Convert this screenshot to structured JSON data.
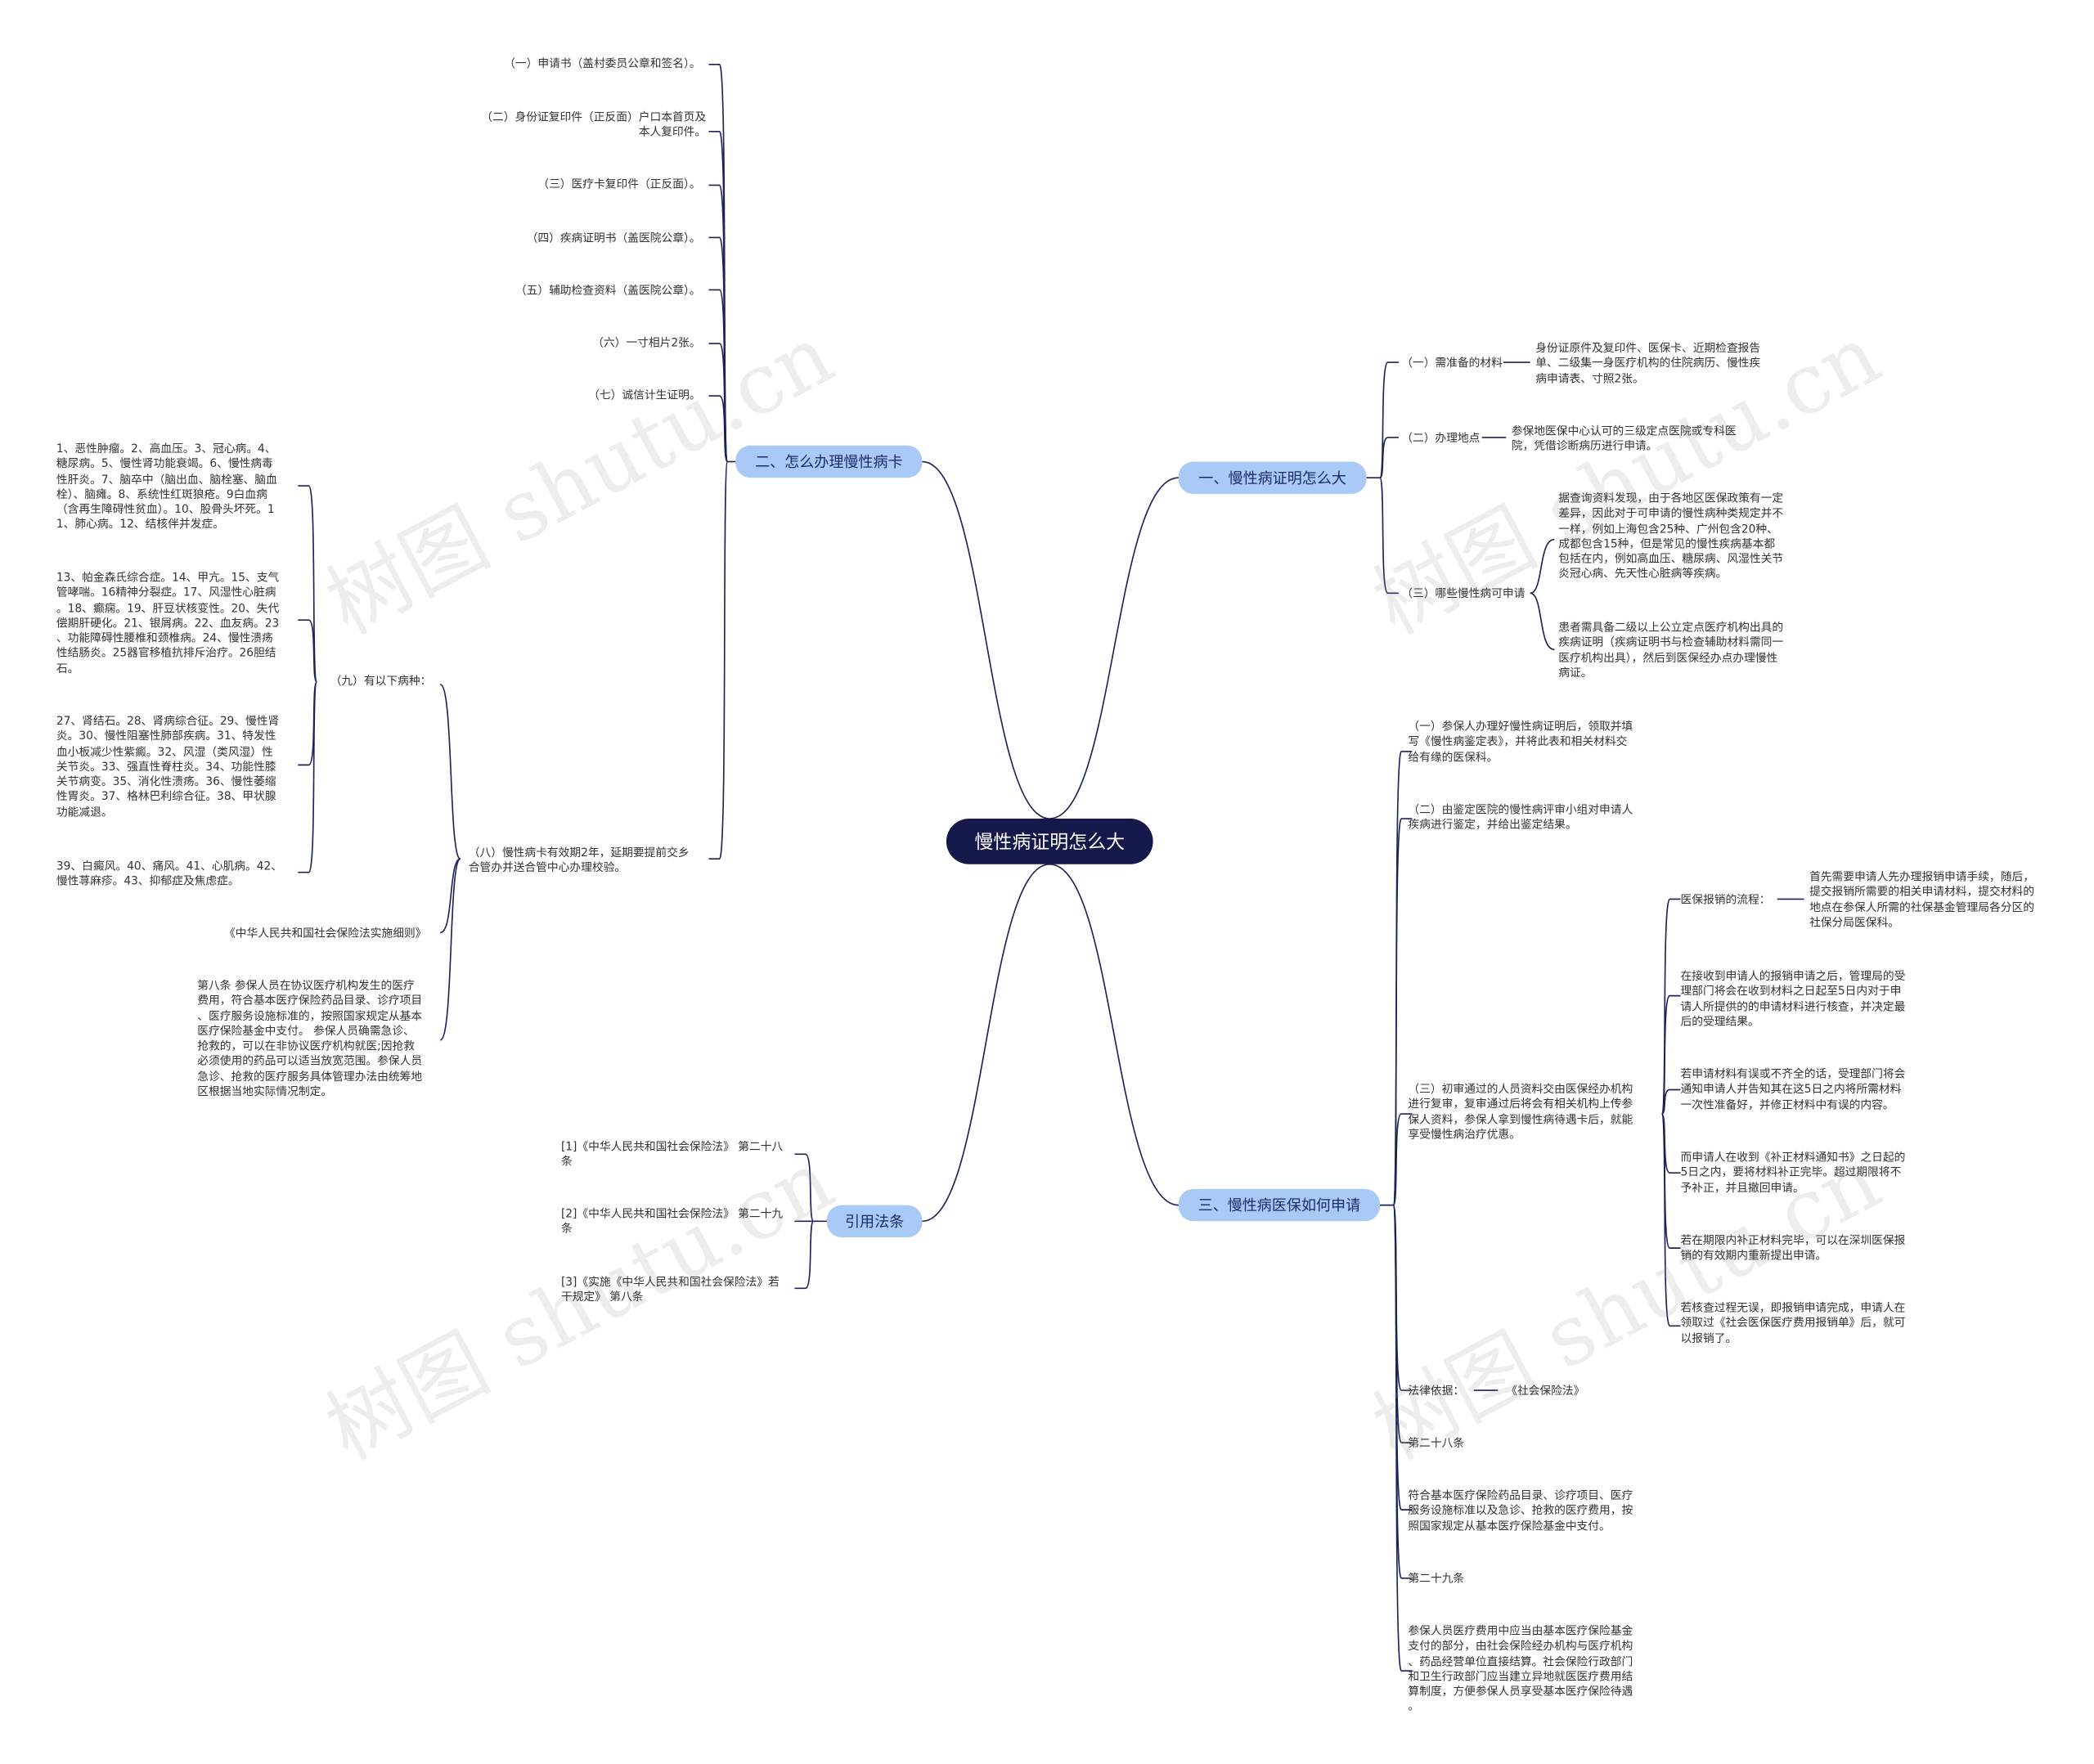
{
  "root": "慢性病证明怎么大",
  "branches": [
    "一、慢性病证明怎么大",
    "二、怎么办理慢性病卡",
    "三、慢性病医保如何申请",
    "引用法条"
  ],
  "left_top": {
    "items": [
      "（一）申请书（盖村委员公章和签名）。",
      "（二）身份证复印件（正反面）户口本首页及\n本人复印件。",
      "（三）医疗卡复印件（正反面）。",
      "（四）疾病证明书（盖医院公章）。",
      "（五）辅助检查资料（盖医院公章）。",
      "（六）一寸相片2张。",
      "（七）诚信计生证明。"
    ],
    "nine_label": "（九）有以下病种：",
    "diseases": [
      "1、恶性肿瘤。2、高血压。3、冠心病。4、\n糖尿病。5、慢性肾功能衰竭。6、慢性病毒\n性肝炎。7、脑卒中（脑出血、脑栓塞、脑血\n栓）、脑瘫。8、系统性红斑狼疮。9白血病\n（含再生障碍性贫血）。10、股骨头坏死。1\n1、肺心病。12、结核伴并发症。",
      "13、帕金森氏综合症。14、甲亢。15、支气\n管哮喘。16精神分裂症。17、风湿性心脏病\n。18、癫痫。19、肝豆状核变性。20、失代\n偿期肝硬化。21、银屑病。22、血友病。23\n、功能障碍性腰椎和颈椎病。24、慢性溃疡\n性结肠炎。25器官移植抗排斥治疗。26胆结\n石。",
      "27、肾结石。28、肾病综合征。29、慢性肾\n炎。30、慢性阻塞性肺部疾病。31、特发性\n血小板减少性紫癜。32、风湿（类风湿）性\n关节炎。33、强直性脊柱炎。34、功能性膝\n关节病变。35、消化性溃疡。36、慢性萎缩\n性胃炎。37、格林巴利综合征。38、甲状腺\n功能减退。",
      "39、白癜风。40、痛风。41、心肌病。42、\n慢性荨麻疹。43、抑郁症及焦虑症。"
    ],
    "eight": "（八）慢性病卡有效期2年，延期要提前交乡\n合管办并送合管中心办理校验。",
    "law_title": "《中华人民共和国社会保险法实施细则》",
    "article8": "第八条 参保人员在协议医疗机构发生的医疗\n费用，符合基本医疗保险药品目录、诊疗项目\n、医疗服务设施标准的，按照国家规定从基本\n医疗保险基金中支付。 参保人员确需急诊、\n抢救的，可以在非协议医疗机构就医;因抢救\n必须使用的药品可以适当放宽范围。参保人员\n急诊、抢救的医疗服务具体管理办法由统筹地\n区根据当地实际情况制定。"
  },
  "right_top": {
    "need_label": "（一）需准备的材料",
    "need_text": "身份证原件及复印件、医保卡、近期检查报告\n单、二级集一身医疗机构的住院病历、慢性疾\n病申请表、寸照2张。",
    "place_label": "（二）办理地点",
    "place_text": "参保地医保中心认可的三级定点医院或专科医\n院，凭借诊断病历进行申请。",
    "which_label": "（三）哪些慢性病可申请",
    "which_text1": "据查询资料发现，由于各地区医保政策有一定\n差异，因此对于可申请的慢性病种类规定并不\n一样，例如上海包含25种、广州包含20种、\n成都包含15种，但是常见的慢性疾病基本都\n包括在内，例如高血压、糖尿病、风湿性关节\n炎冠心病、先天性心脏病等疾病。",
    "which_text2": "患者需具备二级以上公立定点医疗机构出具的\n疾病证明（疾病证明书与检查辅助材料需同一\n医疗机构出具），然后到医保经办点办理慢性\n病证。"
  },
  "right_bottom": {
    "s1": "（一）参保人办理好慢性病证明后，领取并填\n写《慢性病鉴定表》，并将此表和相关材料交\n给有缘的医保科。",
    "s2": "（二）由鉴定医院的慢性病评审小组对申请人\n疾病进行鉴定，并给出鉴定结果。",
    "s3": "（三）初审通过的人员资料交由医保经办机构\n进行复审，复审通过后将会有相关机构上传参\n保人资料，参保人拿到慢性病待遇卡后，就能\n享受慢性病治疗优惠。",
    "flow_label": "医保报销的流程：",
    "flow_text": "首先需要申请人先办理报销申请手续，随后，\n提交报销所需要的相关申请材料，提交材料的\n地点在参保人所需的社保基金管理局各分区的\n社保分局医保科。",
    "p1": "在接收到申请人的报销申请之后，管理局的受\n理部门将会在收到材料之日起至5日内对于申\n请人所提供的的申请材料进行核查，并决定最\n后的受理结果。",
    "p2": "若申请材料有误或不齐全的话，受理部门将会\n通知申请人并告知其在这5日之内将所需材料\n一次性准备好，并修正材料中有误的内容。",
    "p3": "而申请人在收到《补正材料通知书》之日起的\n5日之内，要将材料补正完毕。超过期限将不\n予补正，并且撤回申请。",
    "p4": "若在期限内补正材料完毕，可以在深圳医保报\n销的有效期内重新提出申请。",
    "p5": "若核查过程无误，即报销申请完成，申请人在\n领取过《社会医保医疗费用报销单》后，就可\n以报销了。",
    "law_label": "法律依据：",
    "law_name": "《社会保险法》",
    "art28": "第二十八条",
    "art28_text": "符合基本医疗保险药品目录、诊疗项目、医疗\n服务设施标准以及急诊、抢救的医疗费用，按\n照国家规定从基本医疗保险基金中支付。",
    "art29": "第二十九条",
    "art29_text": "参保人员医疗费用中应当由基本医疗保险基金\n支付的部分，由社会保险经办机构与医疗机构\n、药品经营单位直接结算。社会保险行政部门\n和卫生行政部门应当建立异地就医医疗费用结\n算制度，方便参保人员享受基本医疗保险待遇\n。"
  },
  "refs": [
    "[1]《中华人民共和国社会保险法》 第二十八\n条",
    "[2]《中华人民共和国社会保险法》 第二十九\n条",
    "[3]《实施《中华人民共和国社会保险法》若\n干规定》 第八条"
  ],
  "watermark": "树图 shutu.cn",
  "colors": {
    "root_bg": "#14184a",
    "branch_bg": "#a9c9f7",
    "line": "#1d2257"
  }
}
